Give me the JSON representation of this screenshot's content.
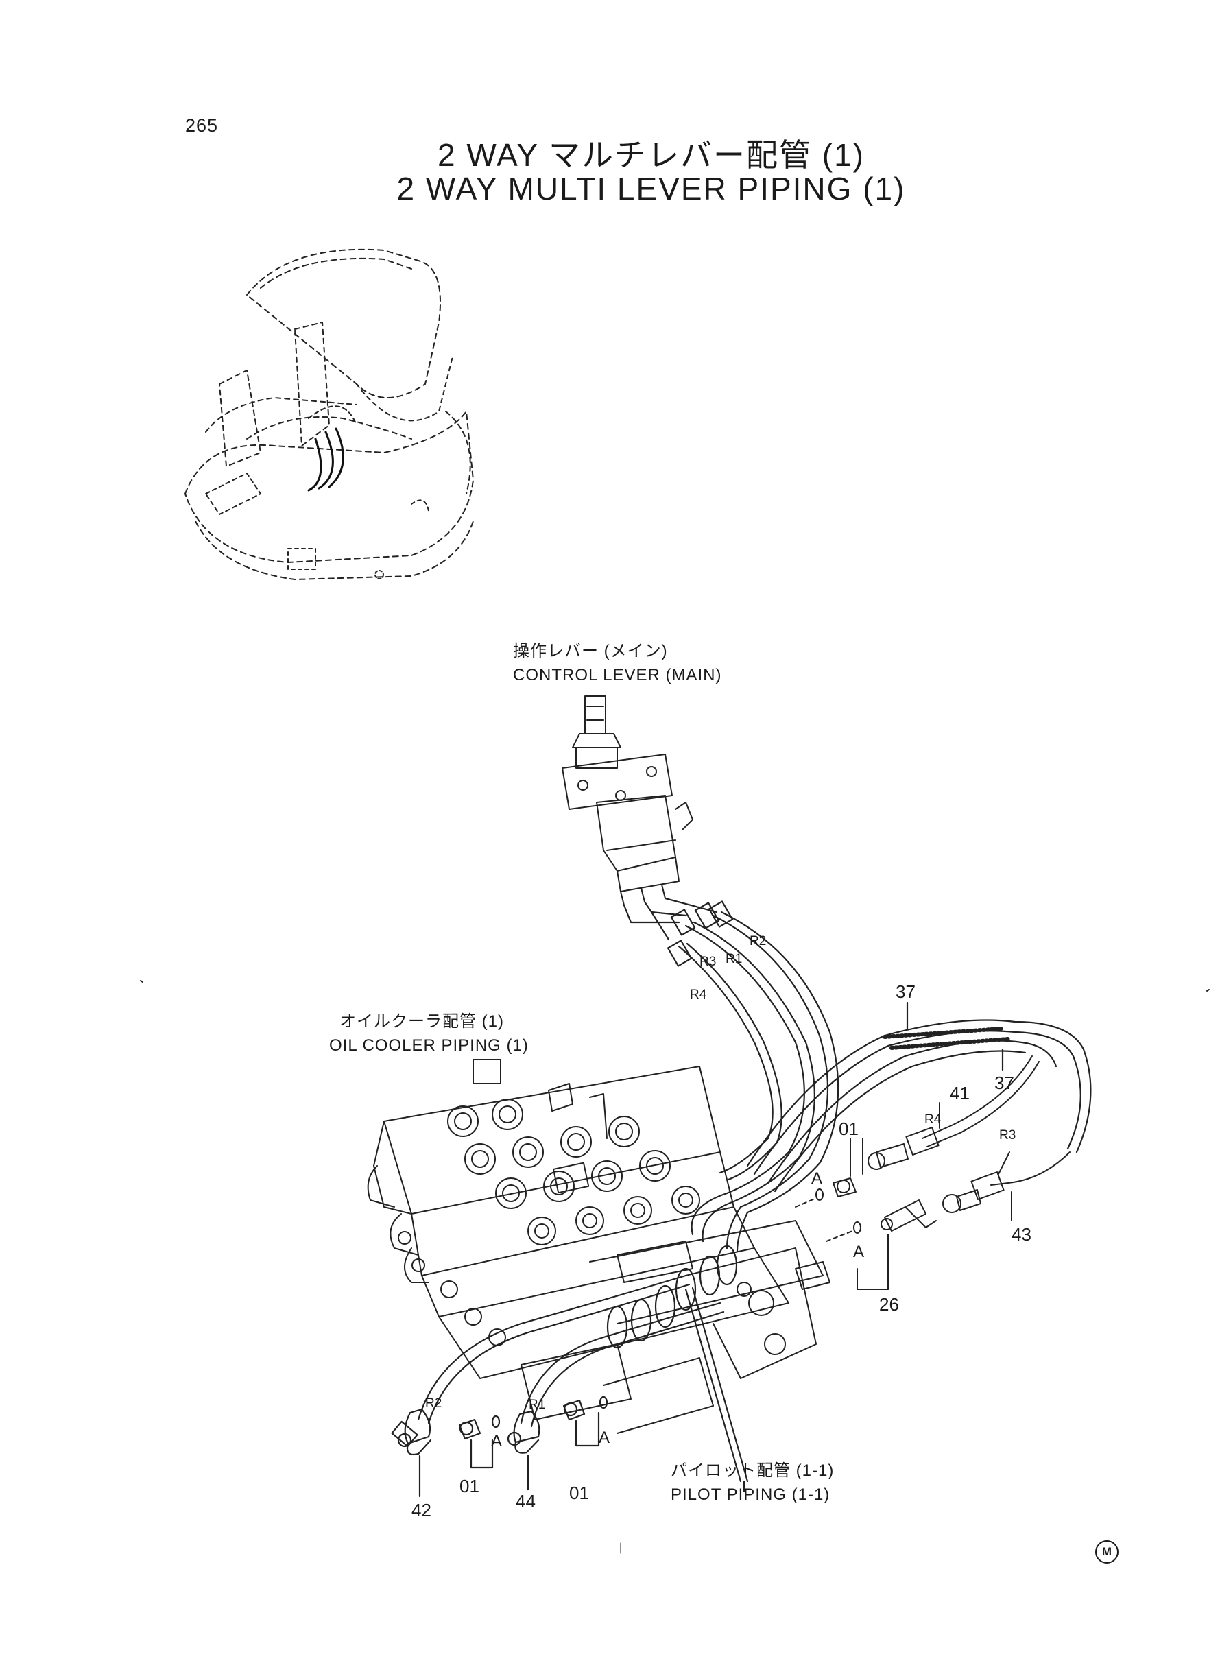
{
  "page": {
    "number": "265",
    "title_jp": "2 WAY マルチレバー配管 (1)",
    "title_en": "2 WAY MULTI LEVER PIPING (1)"
  },
  "labels": {
    "control_lever_jp": "操作レバー (メイン)",
    "control_lever_en": "CONTROL LEVER (MAIN)",
    "oil_cooler_jp": "オイルクーラ配管 (1)",
    "oil_cooler_en": "OIL COOLER PIPING (1)",
    "pilot_jp": "パイロット配管 (1-1)",
    "pilot_en": "PILOT PIPING (1-1)"
  },
  "callouts": {
    "c37a": "37",
    "c37b": "37",
    "c41": "41",
    "c43": "43",
    "c26": "26",
    "c01a": "01",
    "c01b": "01",
    "c01c": "01",
    "c42": "42",
    "c44": "44"
  },
  "ports": {
    "r1a": "R1",
    "r2a": "R2",
    "r3a": "R3",
    "r4a": "R4",
    "r4b": "R4",
    "r3b": "R3",
    "r2c": "R2",
    "r1c": "R1",
    "a1": "A",
    "a2": "A",
    "a3": "A",
    "a4": "A"
  },
  "mark": "M"
}
